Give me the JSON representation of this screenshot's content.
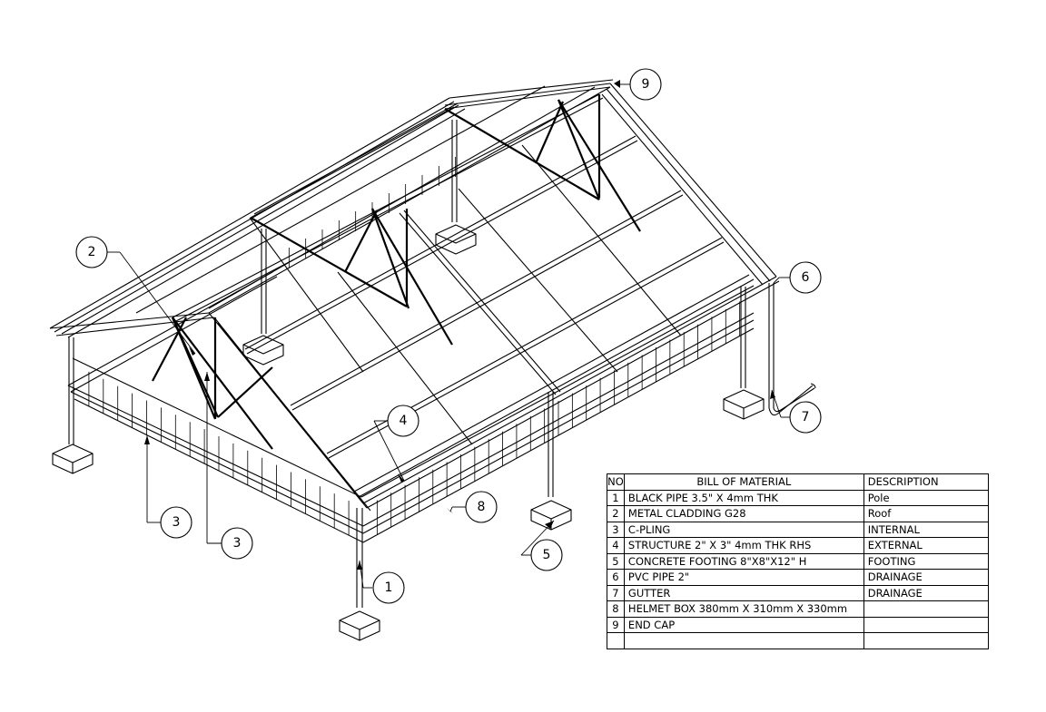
{
  "callouts": [
    "1",
    "2",
    "3",
    "3",
    "4",
    "5",
    "6",
    "7",
    "8",
    "9"
  ],
  "bill_of_material": {
    "headers": {
      "no": "NO",
      "material": "BILL OF MATERIAL",
      "description": "DESCRIPTION"
    },
    "rows": [
      {
        "no": "1",
        "material": "BLACK PIPE 3.5\" X 4mm THK",
        "description": "Pole"
      },
      {
        "no": "2",
        "material": "METAL CLADDING G28",
        "description": "Roof"
      },
      {
        "no": "3",
        "material": "C-PLING",
        "description": "INTERNAL"
      },
      {
        "no": "4",
        "material": "STRUCTURE 2\" X 3\" 4mm THK RHS",
        "description": "EXTERNAL"
      },
      {
        "no": "5",
        "material": "CONCRETE FOOTING 8\"X8\"X12\" H",
        "description": "FOOTING"
      },
      {
        "no": "6",
        "material": "PVC PIPE 2\"",
        "description": "DRAINAGE"
      },
      {
        "no": "7",
        "material": "GUTTER",
        "description": "DRAINAGE"
      },
      {
        "no": "8",
        "material": "HELMET BOX 380mm X 310mm X 330mm",
        "description": ""
      },
      {
        "no": "9",
        "material": "END CAP",
        "description": ""
      },
      {
        "no": "",
        "material": "",
        "description": ""
      }
    ]
  }
}
